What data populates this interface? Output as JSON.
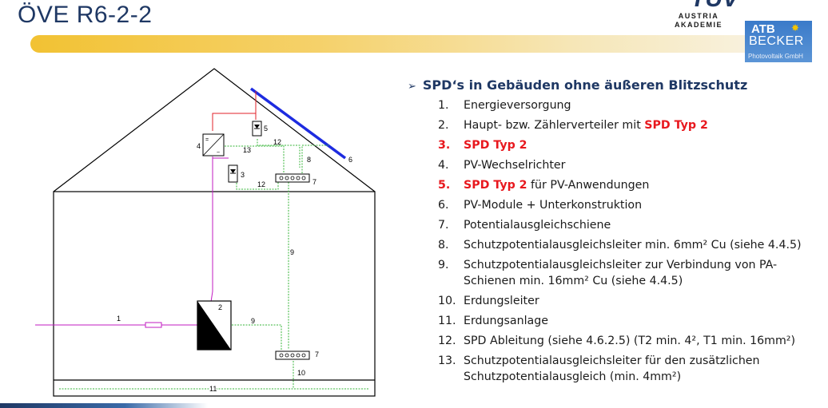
{
  "slide_title": "ÖVE R6-2-2",
  "logos": {
    "tuv_mark": "TÜV",
    "tuv_line1": "AUSTRIA",
    "tuv_line2": "AKADEMIE",
    "atb_line1": "ATB",
    "atb_line2": "BECKER",
    "atb_line3": "Photovoltaik GmbH"
  },
  "list": {
    "heading": "SPD‘s in Gebäuden ohne äußeren Blitzschutz",
    "items": [
      {
        "num": "1.",
        "text": "Energieversorgung",
        "highlight": "",
        "rest": ""
      },
      {
        "num": "2.",
        "text": "Haupt- bzw. Zählerverteiler mit ",
        "highlight": "SPD Typ 2",
        "rest": ""
      },
      {
        "num": "3.",
        "text": "",
        "highlight": "SPD Typ 2",
        "rest": ""
      },
      {
        "num": "4.",
        "text": "PV-Wechselrichter",
        "highlight": "",
        "rest": ""
      },
      {
        "num": "5.",
        "text": "",
        "highlight": "SPD Typ 2",
        "rest": " für PV-Anwendungen"
      },
      {
        "num": "6.",
        "text": "PV-Module + Unterkonstruktion",
        "highlight": "",
        "rest": ""
      },
      {
        "num": "7.",
        "text": "Potentialausgleichschiene",
        "highlight": "",
        "rest": ""
      },
      {
        "num": "8.",
        "text": "Schutzpotentialausgleichsleiter min. 6mm² Cu (siehe 4.4.5)",
        "highlight": "",
        "rest": ""
      },
      {
        "num": "9.",
        "text": "Schutzpotentialausgleichsleiter zur Verbindung von PA-Schienen min. 16mm² Cu (siehe 4.4.5)",
        "highlight": "",
        "rest": ""
      },
      {
        "num": "10.",
        "text": "Erdungsleiter",
        "highlight": "",
        "rest": ""
      },
      {
        "num": "11.",
        "text": "Erdungsanlage",
        "highlight": "",
        "rest": ""
      },
      {
        "num": "12.",
        "text": "SPD Ableitung (siehe 4.6.2.5) (T2 min. 4², T1 min. 16mm²)",
        "highlight": "",
        "rest": ""
      },
      {
        "num": "13.",
        "text": "Schutzpotentialausgleichsleiter für den zusätzlichen Schutzpotentialausgleich (min. 4mm²)",
        "highlight": "",
        "rest": ""
      }
    ]
  },
  "diagram": {
    "labels": {
      "l1": "1",
      "l2": "2",
      "l3": "3",
      "l4": "4",
      "l5": "5",
      "l6": "6",
      "l7a": "7",
      "l7b": "7",
      "l8": "8",
      "l9a": "9",
      "l9b": "9",
      "l10": "10",
      "l11": "11",
      "l12a": "12",
      "l12b": "12",
      "l13": "13"
    },
    "colors": {
      "power_line": "#c21bc2",
      "dc_line": "#e2222a",
      "bonding_line": "#37b53a",
      "pv_module": "#1d2be0",
      "outline": "#000000"
    }
  },
  "colors": {
    "title": "#1f3864",
    "highlight": "#e8181e",
    "title_bar_start": "#f2c233",
    "title_bar_end": "#f8f1dd"
  }
}
